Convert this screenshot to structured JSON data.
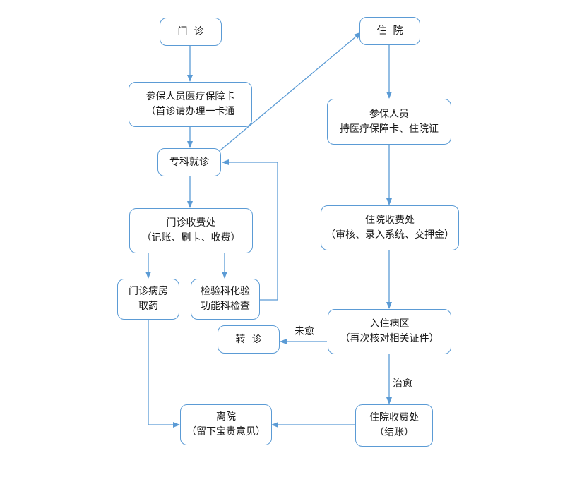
{
  "nodes": {
    "outpatient": {
      "lines": [
        "门  诊"
      ]
    },
    "inpatient": {
      "lines": [
        "住  院"
      ]
    },
    "insured_card": {
      "lines": [
        "参保人员医疗保障卡",
        "（首诊请办理一卡通"
      ]
    },
    "insured_inpatient": {
      "lines": [
        "参保人员",
        "持医疗保障卡、住院证"
      ]
    },
    "specialist": {
      "lines": [
        "专科就诊"
      ]
    },
    "outpatient_cashier": {
      "lines": [
        "门诊收费处",
        "（记账、刷卡、收费）"
      ]
    },
    "inpatient_cashier": {
      "lines": [
        "住院收费处",
        "（审核、录入系统、交押金）"
      ]
    },
    "pharmacy": {
      "lines": [
        "门诊病房",
        "取药"
      ]
    },
    "lab": {
      "lines": [
        "检验科化验",
        "功能科检查"
      ]
    },
    "ward": {
      "lines": [
        "入住病区",
        "（再次核对相关证件）"
      ]
    },
    "transfer": {
      "lines": [
        "转  诊"
      ]
    },
    "discharge": {
      "lines": [
        "离院",
        "（留下宝贵意见）"
      ]
    },
    "checkout": {
      "lines": [
        "住院收费处",
        "（结账）"
      ]
    }
  },
  "edge_labels": {
    "not_cured": "未愈",
    "cured": "治愈"
  },
  "colors": {
    "stroke": "#5b9bd5",
    "text": "#1a1a1a",
    "background": "#ffffff"
  }
}
